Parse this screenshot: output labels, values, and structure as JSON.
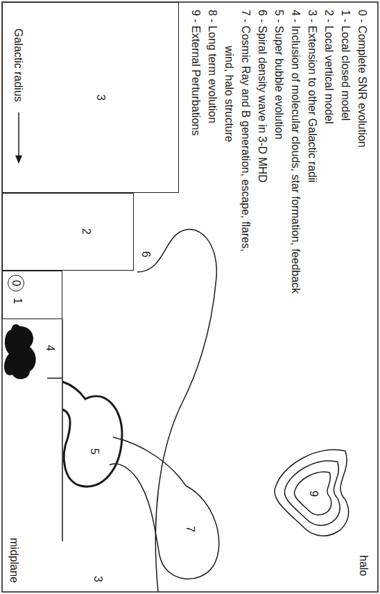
{
  "diagram": {
    "nodes": [
      {
        "text": [
          "3",
          "Galactic radius"
        ]
      },
      {
        "text": [
          "2"
        ]
      },
      {
        "text": [
          "1"
        ]
      },
      {
        "text": [
          "0"
        ],
        "in": 2
      }
    ],
    "labels": [
      "0 - Complete SNR evolution",
      "1 - Local closed model",
      "2 - Local vertical model",
      "3 - Extension to other Galactic radii",
      "4 - Inclusion of molecular clouds, star formation, feedback",
      "5 - Super bubble evolution",
      "6 - Spiral density wave in 3-D MHD",
      "7 - Cosmic Ray and B generation, escape, flares, wind, halo structure",
      "8 - Long term evolution",
      "9 - External Perturbations",
      "4",
      "5",
      "6",
      "7",
      "9",
      "3",
      "halo",
      "midplane"
    ]
  }
}
